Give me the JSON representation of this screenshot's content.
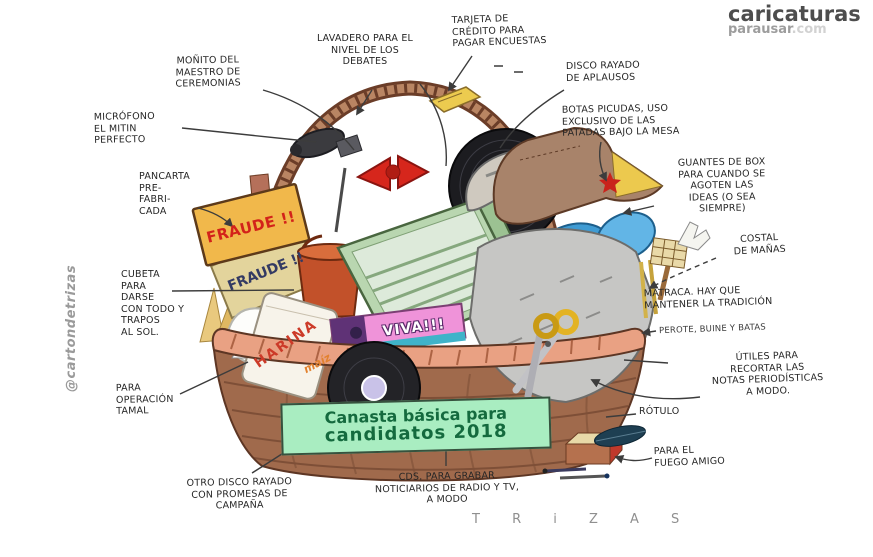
{
  "brand": {
    "line1": "caricaturas",
    "line2_main": "parausar",
    "line2_tld": ".com"
  },
  "watermark": "@cartondetrizas",
  "signature": "T R i Z A S",
  "banner": {
    "line1": "Canasta básica para",
    "line2": "candidatos 2018"
  },
  "item_texts": {
    "fraude_sign": "FRAUDE !!",
    "fraude_sign_2": "FRAUDE !!",
    "harina": "HARINA",
    "maiz": "maíz",
    "viva": "VIVA!!!"
  },
  "labels": {
    "monito": "MOÑITO DEL\nMAESTRO DE\nCEREMONIAS",
    "lavadero": "LAVADERO PARA EL\nNIVEL DE LOS\nDEBATES",
    "tarjeta": "TARJETA DE\nCRÉDITO PARA\nPAGAR ENCUESTAS",
    "disco_aplausos": "DISCO RAYADO\nDE APLAUSOS",
    "botas": "BOTAS PICUDAS, USO\nEXCLUSIVO DE LAS\nPATADAS BAJO LA MESA",
    "microfono": "MICRÓFONO\nEL MITIN\nPERFECTO",
    "pancarta": "PANCARTA\nPRE-\nFABRI-\nCADA",
    "guantes": "GUANTES DE BOX\nPARA CUANDO SE\nAGOTEN LAS\nIDEAS (O SEA\nSIEMPRE)",
    "costal": "COSTAL\nDE MAÑAS",
    "cubeta": "CUBETA\nPARA\nDARSE\nCON TODO Y\nTRAPOS\nAL SOL.",
    "matraca": "MATRACA. HAY QUE\nMANTENER LA TRADICIÓN",
    "perote": "PEROTE, BUINE Y BATAS",
    "utiles": "ÚTILES PARA\nRECORTAR LAS\nNOTAS PERIODÍSTICAS\nA MODO.",
    "tamal": "PARA\nOPERACIÓN\nTAMAL",
    "rotulo": "RÓTULO",
    "fuego": "PARA EL\nFUEGO AMIGO",
    "otro_disco": "OTRO DISCO RAYADO\nCON PROMESAS DE\nCAMPAÑA",
    "cds": "CDS. PARA GRABAR\nNOTICIARIOS DE RADIO Y TV,\nA MODO"
  },
  "colors": {
    "ink": "#3c3c3c",
    "basket_body": "#a06a4c",
    "basket_rim": "#e9a183",
    "banner_bg": "#a9edc1",
    "banner_text": "#146a3e",
    "sign_yellow": "#f1b84b",
    "sign_text_red": "#d3221a",
    "record_black": "#1c1c20",
    "record_label_violet": "#7d74cf",
    "glove_blue": "#3f9bd3",
    "sack_gray": "#c6c6c4",
    "eraser_pink": "#ef93d9",
    "bucket_orange": "#c2512a",
    "washboard_green": "#b9d6b0",
    "boot_brown": "#a8836a",
    "toe_yellow": "#ecc94e",
    "bow_red": "#d6261c",
    "card_yellow": "#eccb4f",
    "brand_gray": "#4d4d4d"
  }
}
